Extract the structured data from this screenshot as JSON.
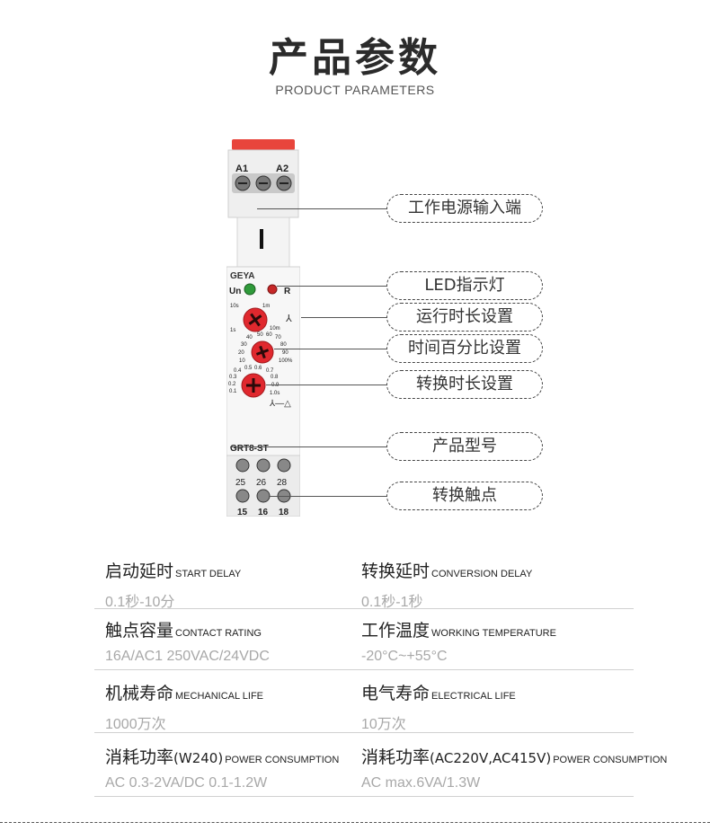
{
  "header": {
    "title": "产品参数",
    "subtitle": "PRODUCT PARAMETERS"
  },
  "device": {
    "brand": "GEYA",
    "top_terminals": [
      "A1",
      "A2"
    ],
    "led_labels": [
      "Un",
      "R"
    ],
    "knob1_scale": [
      "10s",
      "1m",
      "1s",
      "10m"
    ],
    "knob2_scale": [
      "40",
      "50",
      "60",
      "70",
      "30",
      "80",
      "20",
      "90",
      "10",
      "100%"
    ],
    "knob3_scale": [
      "0.4",
      "0.5",
      "0.6",
      "0.7",
      "0.3",
      "0.8",
      "0.2",
      "0.9",
      "0.1",
      "1.0s"
    ],
    "model": "GRT8-ST",
    "bottom_numbers_top": [
      "25",
      "26",
      "28"
    ],
    "bottom_numbers_bottom": [
      "15",
      "16",
      "18"
    ],
    "colors": {
      "knob": "#e0282e",
      "led_green": "#2f9a3a",
      "led_red": "#c62828",
      "cap": "#e8453c"
    }
  },
  "callouts": [
    "工作电源输入端",
    "LED指示灯",
    "运行时长设置",
    "时间百分比设置",
    "转换时长设置",
    "产品型号",
    "转换触点"
  ],
  "params": [
    {
      "left": {
        "title": "启动延时",
        "en": "START DELAY",
        "value": "0.1秒-10分"
      },
      "right": {
        "title": "转换延时",
        "en": "CONVERSION DELAY",
        "value": "0.1秒-1秒"
      }
    },
    {
      "left": {
        "title": "触点容量",
        "en": "CONTACT RATING",
        "value": "16A/AC1 250VAC/24VDC"
      },
      "right": {
        "title": "工作温度",
        "en": "WORKING TEMPERATURE",
        "value": "-20°C~+55°C"
      }
    },
    {
      "left": {
        "title": "机械寿命",
        "en": "MECHANICAL LIFE",
        "value": "1000万次"
      },
      "right": {
        "title": "电气寿命",
        "en": "ELECTRICAL LIFE",
        "value": "10万次"
      }
    },
    {
      "left": {
        "title": "消耗功率",
        "paren": "(W240)",
        "en": "POWER CONSUMPTION",
        "value": "AC 0.3-2VA/DC 0.1-1.2W"
      },
      "right": {
        "title": "消耗功率",
        "paren": "(AC220V,AC415V)",
        "en": "POWER CONSUMPTION",
        "value": "AC max.6VA/1.3W"
      }
    }
  ]
}
